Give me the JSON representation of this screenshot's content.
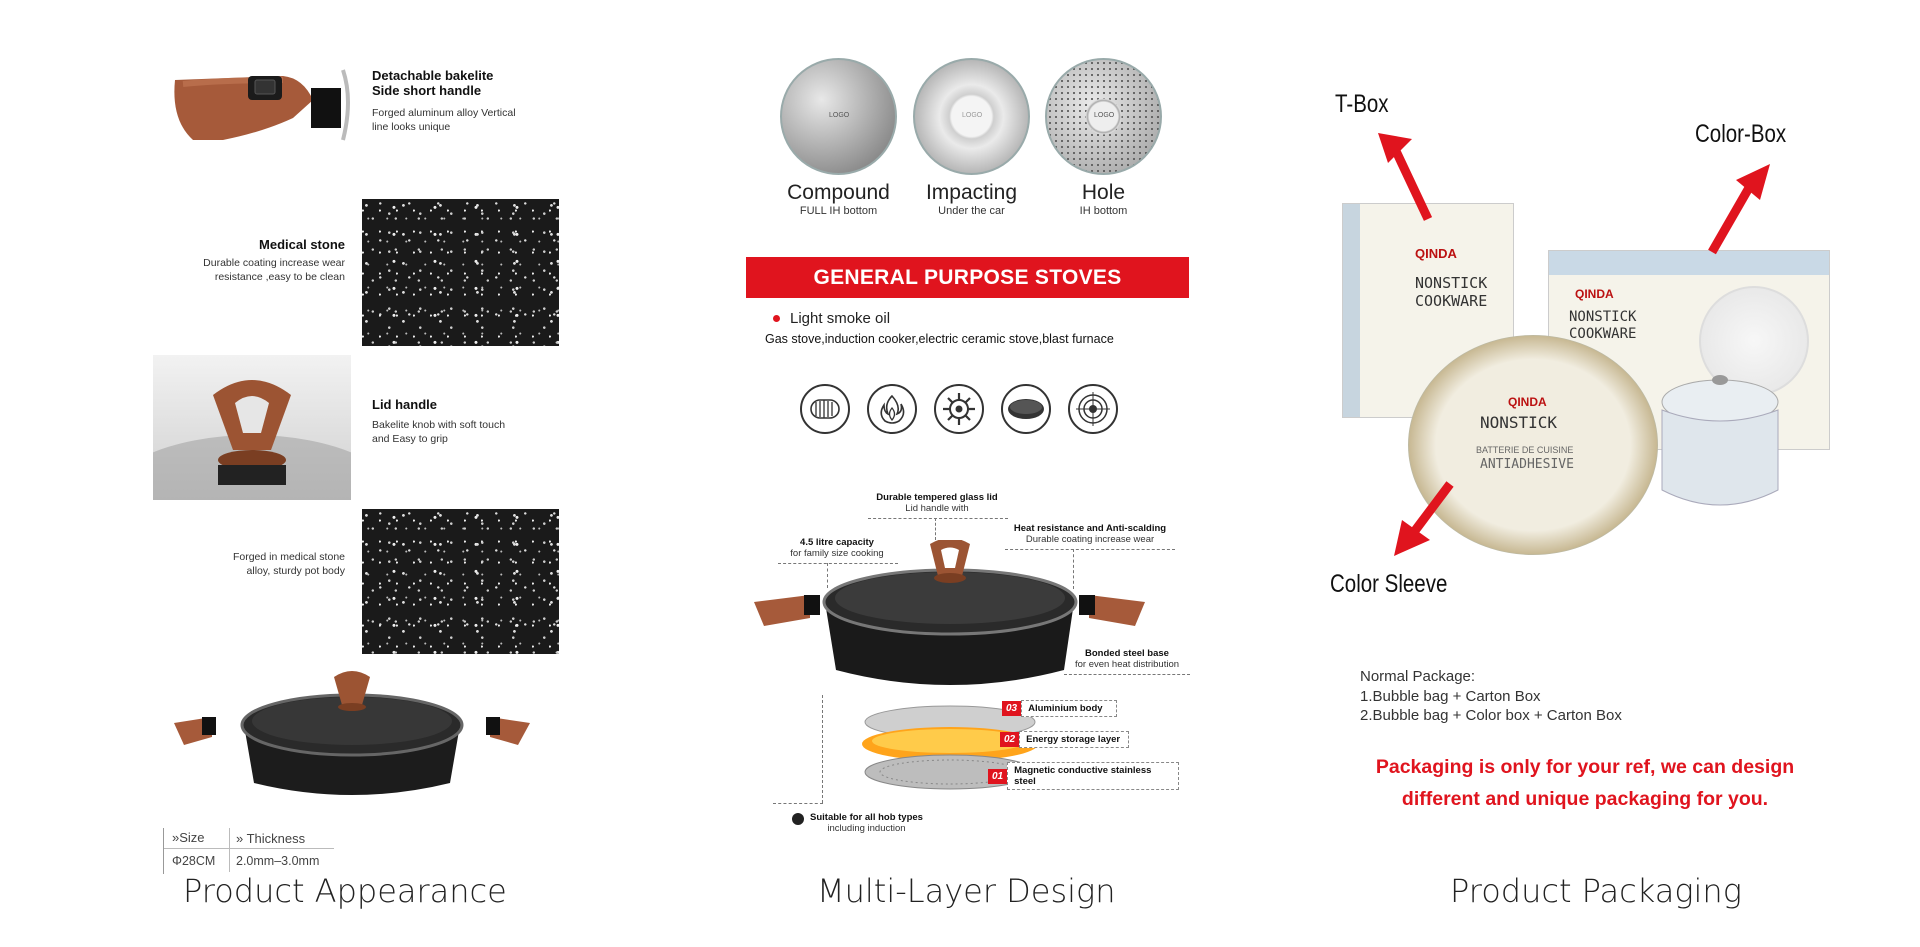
{
  "left": {
    "title": "Product Appearance",
    "features": [
      {
        "title": "Detachable bakelite\nSide short handle",
        "sub": "Forged aluminum alloy Vertical\nline looks unique"
      },
      {
        "title": "Medical stone",
        "sub": "Durable coating increase wear\nresistance ,easy to be clean"
      },
      {
        "title": "Lid handle",
        "sub": "Bakelite knob with soft touch\nand Easy to grip"
      },
      {
        "title": "",
        "sub": "Forged in medical stone\nalloy, sturdy pot body"
      }
    ],
    "spec": {
      "size_label": "»Size",
      "thickness_label": "» Thickness",
      "size_value": "Φ28CM",
      "thickness_value": "2.0mm–3.0mm"
    }
  },
  "middle": {
    "title": "Multi-Layer Design",
    "bottoms": [
      {
        "name": "Compound",
        "sub": "FULL IH bottom",
        "logo": "LOGO"
      },
      {
        "name": "Impacting",
        "sub": "Under the car",
        "logo": "LOGO"
      },
      {
        "name": "Hole",
        "sub": "IH bottom",
        "logo": "LOGO"
      }
    ],
    "banner": "GENERAL PURPOSE STOVES",
    "bullet": "Light smoke oil",
    "stoves": "Gas stove,induction cooker,electric ceramic stove,blast furnace",
    "stove_icons": [
      "induction-coil-icon",
      "flame-icon",
      "gas-burner-icon",
      "ceramic-plate-icon",
      "blast-furnace-icon"
    ],
    "annotations": {
      "lid_title": "Durable tempered glass lid",
      "lid_sub": "Lid handle with",
      "capacity_title": "4.5 litre capacity",
      "capacity_sub": "for family size cooking",
      "heat_title": "Heat resistance and Anti-scalding",
      "heat_sub": "Durable coating increase wear",
      "base_title": "Bonded steel base",
      "base_sub": "for even heat distribution",
      "hob_title": "Suitable for all hob types",
      "hob_sub": "including induction"
    },
    "layers": [
      {
        "num": "03",
        "label": "Aluminium body"
      },
      {
        "num": "02",
        "label": "Energy storage layer"
      },
      {
        "num": "01",
        "label": "Magnetic conductive stainless steel"
      }
    ]
  },
  "right": {
    "title": "Product Packaging",
    "labels": {
      "tbox": "T-Box",
      "colorbox": "Color-Box",
      "sleeve": "Color Sleeve"
    },
    "box_text": {
      "brand": "QINDA",
      "line1": "NONSTICK",
      "line2": "COOKWARE",
      "line3": "BATTERIE DE CUISINE",
      "line4": "ANTIADHESIVE"
    },
    "normal_title": "Normal Package:",
    "normal_items": [
      "1.Bubble bag + Carton Box",
      "2.Bubble bag + Color box + Carton Box"
    ],
    "note_line1": "Packaging is only for your ref, we can design",
    "note_line2": "different and unique packaging for you.",
    "accent": "#e0141e"
  }
}
